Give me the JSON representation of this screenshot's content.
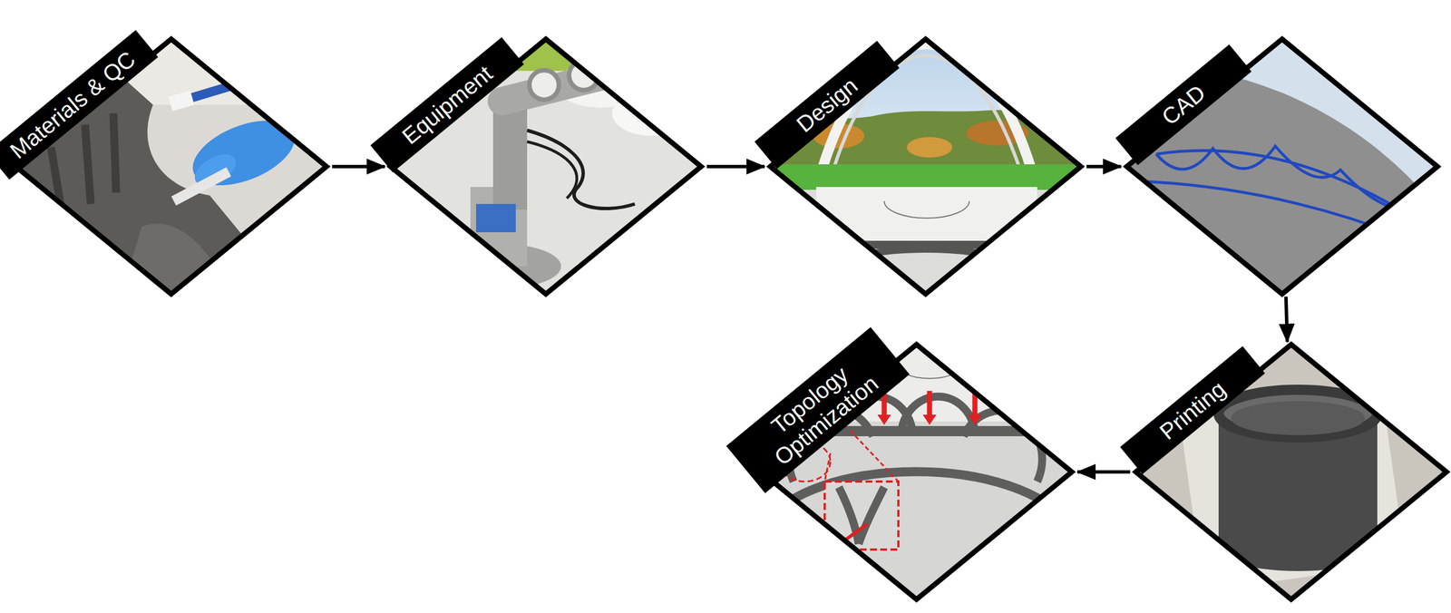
{
  "diagram": {
    "nodes": [
      {
        "text": [
          "Materials & QC"
        ]
      },
      {
        "text": [
          "Equipment"
        ]
      },
      {
        "text": [
          "Design"
        ]
      },
      {
        "text": [
          "CAD"
        ]
      },
      {
        "text": [
          "Printing"
        ]
      },
      {
        "text": [
          "Topology Optimization"
        ]
      }
    ],
    "edges": [
      {
        "from": 0,
        "to": 1,
        "arrow": "to"
      },
      {
        "from": 1,
        "to": 2,
        "arrow": "to"
      },
      {
        "from": 2,
        "to": 3,
        "arrow": "to"
      },
      {
        "from": 3,
        "to": 4,
        "arrow": "to"
      },
      {
        "from": 4,
        "to": 5,
        "arrow": "to"
      }
    ]
  }
}
